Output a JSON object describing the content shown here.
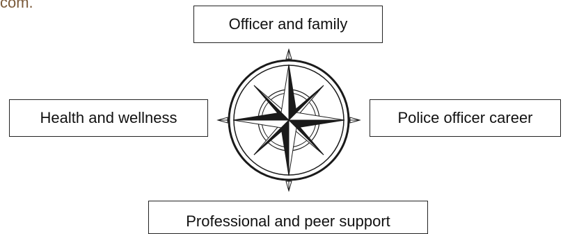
{
  "header_fragment": "com.",
  "nodes": {
    "top": "Officer and family",
    "left": "Health and wellness",
    "right": "Police officer career",
    "bottom": "Professional and peer support"
  },
  "compass": {
    "icon": "compass-rose-icon",
    "stroke_color": "#1a1a1a",
    "fill_color": "#1a1a1a"
  }
}
